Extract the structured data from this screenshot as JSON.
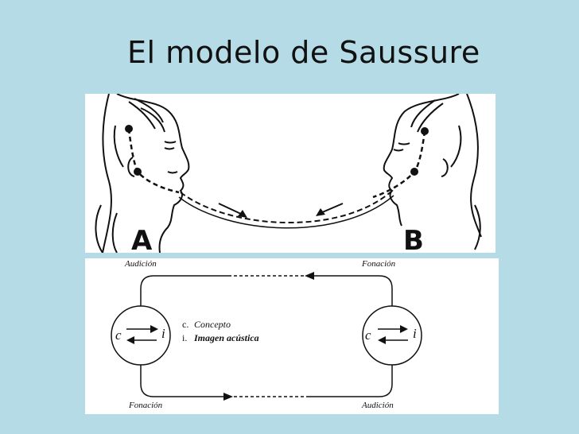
{
  "title": "El modelo de Saussure",
  "heads": {
    "left_label": "A",
    "right_label": "B"
  },
  "circuit": {
    "top_left": "Audición",
    "top_right": "Fonación",
    "bottom_left": "Fonación",
    "bottom_right": "Audición",
    "left_circle": {
      "c": "c",
      "i": "i"
    },
    "right_circle": {
      "c": "c",
      "i": "i"
    },
    "legend": [
      {
        "key": "c.",
        "text": "Concepto"
      },
      {
        "key": "i.",
        "text": "Imagen acústica"
      }
    ]
  }
}
